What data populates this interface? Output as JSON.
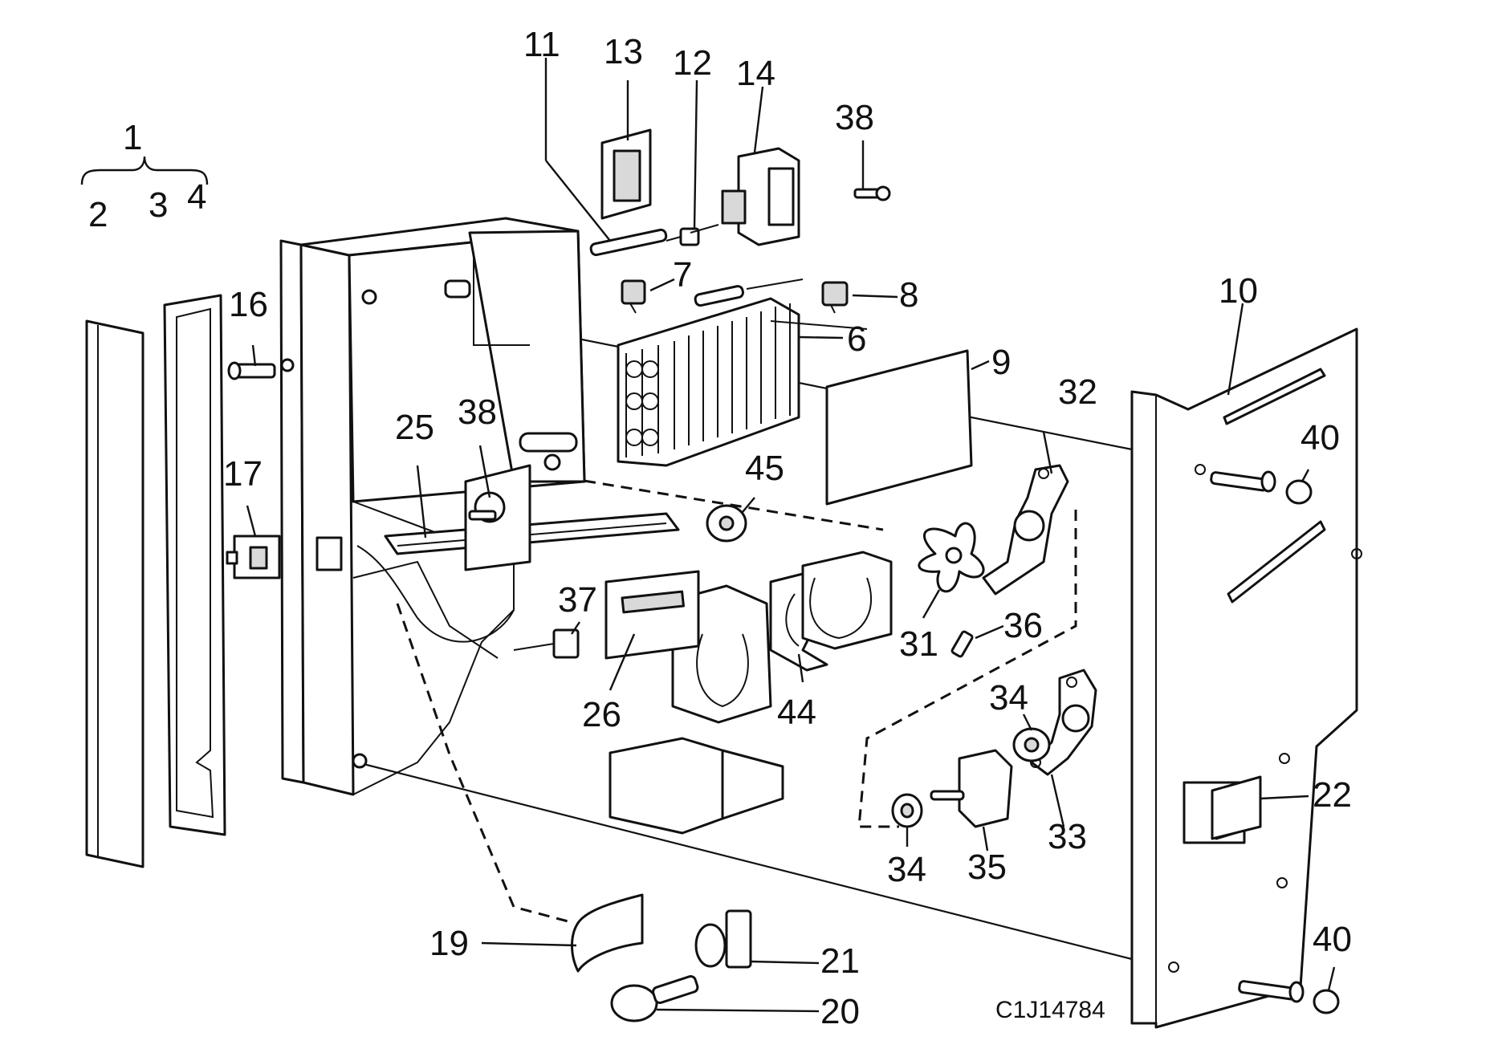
{
  "diagram": {
    "drawing_code": "C1J14784",
    "callouts": [
      {
        "id": "1",
        "label": "1"
      },
      {
        "id": "2",
        "label": "2"
      },
      {
        "id": "3",
        "label": "3"
      },
      {
        "id": "4",
        "label": "4"
      },
      {
        "id": "6",
        "label": "6"
      },
      {
        "id": "7",
        "label": "7"
      },
      {
        "id": "8",
        "label": "8"
      },
      {
        "id": "9",
        "label": "9"
      },
      {
        "id": "10",
        "label": "10"
      },
      {
        "id": "11",
        "label": "11"
      },
      {
        "id": "12",
        "label": "12"
      },
      {
        "id": "13",
        "label": "13"
      },
      {
        "id": "14",
        "label": "14"
      },
      {
        "id": "16",
        "label": "16"
      },
      {
        "id": "17",
        "label": "17"
      },
      {
        "id": "19",
        "label": "19"
      },
      {
        "id": "20",
        "label": "20"
      },
      {
        "id": "21",
        "label": "21"
      },
      {
        "id": "22",
        "label": "22"
      },
      {
        "id": "25",
        "label": "25"
      },
      {
        "id": "26",
        "label": "26"
      },
      {
        "id": "31",
        "label": "31"
      },
      {
        "id": "32",
        "label": "32"
      },
      {
        "id": "33",
        "label": "33"
      },
      {
        "id": "34a",
        "label": "34"
      },
      {
        "id": "34b",
        "label": "34"
      },
      {
        "id": "35",
        "label": "35"
      },
      {
        "id": "36",
        "label": "36"
      },
      {
        "id": "37",
        "label": "37"
      },
      {
        "id": "38a",
        "label": "38"
      },
      {
        "id": "38b",
        "label": "38"
      },
      {
        "id": "40a",
        "label": "40"
      },
      {
        "id": "40b",
        "label": "40"
      },
      {
        "id": "44",
        "label": "44"
      },
      {
        "id": "45",
        "label": "45"
      }
    ]
  }
}
